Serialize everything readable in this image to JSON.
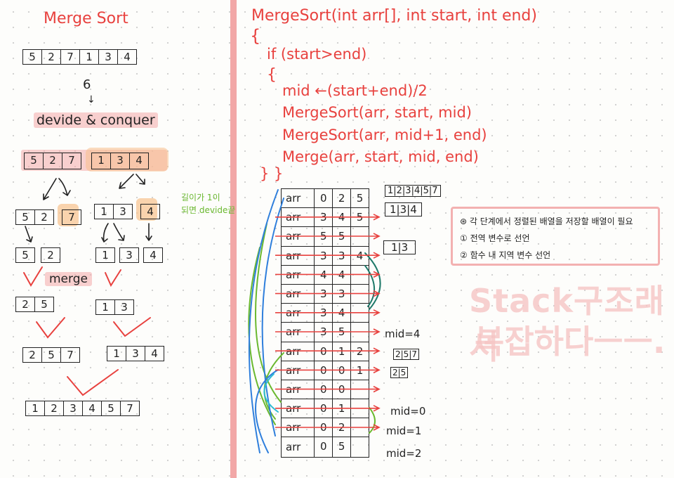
{
  "title": "Merge Sort",
  "initial_array": [
    "5",
    "2",
    "7",
    "1",
    "3",
    "4"
  ],
  "arrow_symbol": "6",
  "dc_label": "devide & conquer",
  "split_left": [
    "5",
    "2",
    "7"
  ],
  "split_right": [
    "1",
    "3",
    "4"
  ],
  "level2": {
    "a": [
      "5",
      "2"
    ],
    "b": [
      "7"
    ],
    "c": [
      "1",
      "3"
    ],
    "d": [
      "4"
    ]
  },
  "level3": {
    "a": "5",
    "b": "2",
    "c": "1",
    "d": "3",
    "e": "4"
  },
  "note_green": "길이가 1이\n되면 devide끝",
  "merge_label": "merge",
  "merge1_left": [
    "2",
    "5"
  ],
  "merge1_right": [
    "1",
    "3"
  ],
  "merge2_left": [
    "2",
    "5",
    "7"
  ],
  "merge2_right": [
    "1",
    "3",
    "4"
  ],
  "final_array": [
    "1",
    "2",
    "3",
    "4",
    "5",
    "7"
  ],
  "code": {
    "signature": "MergeSort(int arr[], int start, int end)",
    "open_brace": "{",
    "if_line": "if (start>end)",
    "inner_brace": "{",
    "mid_line": "mid ←(start+end)/2",
    "call1": "MergeSort(arr, start, mid)",
    "call2": "MergeSort(arr, mid+1, end)",
    "call3": "Merge(arr, start, mid, end)",
    "close": "} }"
  },
  "stack_rows": [
    {
      "name": "arr",
      "a": "0",
      "b": "2",
      "c": "5"
    },
    {
      "name": "arr",
      "a": "3",
      "b": "4",
      "c": "5"
    },
    {
      "name": "arr",
      "a": "5",
      "b": "5",
      "c": ""
    },
    {
      "name": "arr",
      "a": "3",
      "b": "3",
      "c": "4"
    },
    {
      "name": "arr",
      "a": "4",
      "b": "4",
      "c": ""
    },
    {
      "name": "arr",
      "a": "3",
      "b": "3",
      "c": ""
    },
    {
      "name": "arr",
      "a": "3",
      "b": "4",
      "c": ""
    },
    {
      "name": "arr",
      "a": "3",
      "b": "5",
      "c": ""
    },
    {
      "name": "arr",
      "a": "0",
      "b": "1",
      "c": "2"
    },
    {
      "name": "arr",
      "a": "0",
      "b": "0",
      "c": "1"
    },
    {
      "name": "arr",
      "a": "0",
      "b": "0",
      "c": ""
    },
    {
      "name": "arr",
      "a": "0",
      "b": "1",
      "c": ""
    },
    {
      "name": "arr",
      "a": "0",
      "b": "2",
      "c": ""
    },
    {
      "name": "arr",
      "a": "0",
      "b": "5",
      "c": ""
    }
  ],
  "side_labels": {
    "r0": "1|2|3|4|5|7",
    "r1": "1|3|4",
    "r3": "1|3",
    "r7": "mid=4",
    "r8": "2|5|7",
    "r9": "2|5",
    "r11": "mid=0",
    "r12": "mid=1",
    "r13": "mid=2"
  },
  "note_box": {
    "line1": "⊛ 각 단계에서 정렬된 배열을 저장할 배열이 필요",
    "line2": "① 전역 변수로 선언",
    "line3": "② 함수 내 지역 변수 선언"
  },
  "watermark": {
    "line1": "Stack구조래서",
    "line2": "복잡하다ㅡㅡ."
  },
  "colors": {
    "red": "#e8413e",
    "pink": "#f2a7a7",
    "green": "#6ab82f",
    "blue": "#2f7fdc",
    "teal": "#1f7a6a",
    "orange": "#f7c08c"
  }
}
